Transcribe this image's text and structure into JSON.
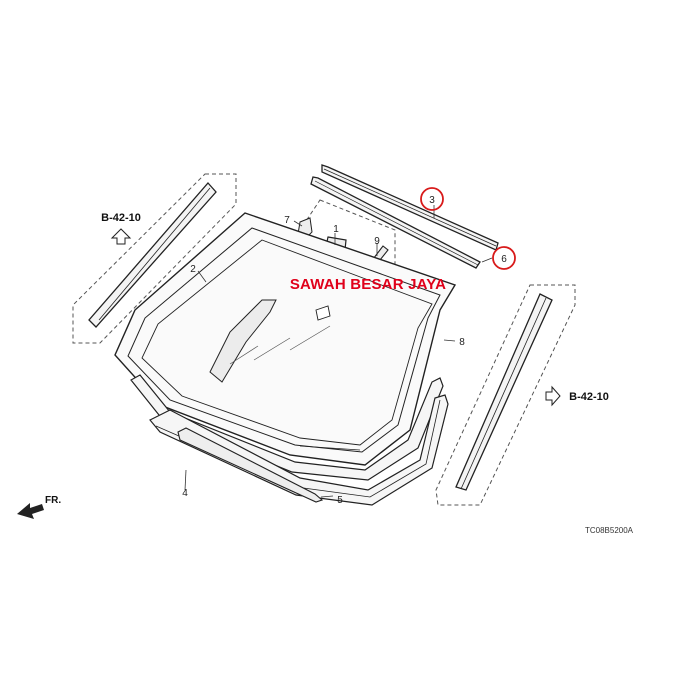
{
  "watermark": "SAWAH BESAR JAYA",
  "drawing_code": "TC08B5200A",
  "front_indicator": "FR.",
  "references": {
    "left": "B-42-10",
    "right": "B-42-10"
  },
  "callouts": {
    "c1": "1",
    "c2": "2",
    "c3": "3",
    "c4": "4",
    "c5": "5",
    "c6": "6",
    "c7": "7",
    "c8": "8",
    "c9": "9"
  },
  "highlight_color": "#d81a1a",
  "line_color": "#222222"
}
